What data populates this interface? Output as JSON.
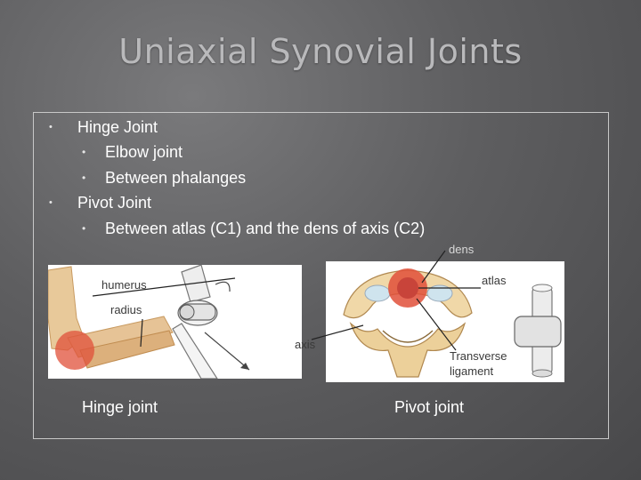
{
  "slide": {
    "title": "Uniaxial Synovial Joints"
  },
  "bullets": [
    {
      "label": "Hinge Joint",
      "children": [
        "Elbow joint",
        "Between phalanges"
      ]
    },
    {
      "label": "Pivot Joint",
      "children": [
        "Between atlas (C1) and the dens of axis (C2)"
      ]
    }
  ],
  "bullet_glyph": "•",
  "figure_left": {
    "labels": {
      "humerus": "humerus",
      "radius": "radius"
    },
    "caption": "Hinge joint"
  },
  "figure_right": {
    "labels": {
      "dens": "dens",
      "atlas": "atlas",
      "axis": "axis",
      "transverse": "Transverse",
      "ligament": "ligament"
    },
    "caption": "Pivot joint"
  },
  "colors": {
    "background": "#5e5e60",
    "title": "#b9b9bb",
    "text": "#ffffff",
    "bone": "#e8c99a",
    "highlight": "#e0503a"
  }
}
